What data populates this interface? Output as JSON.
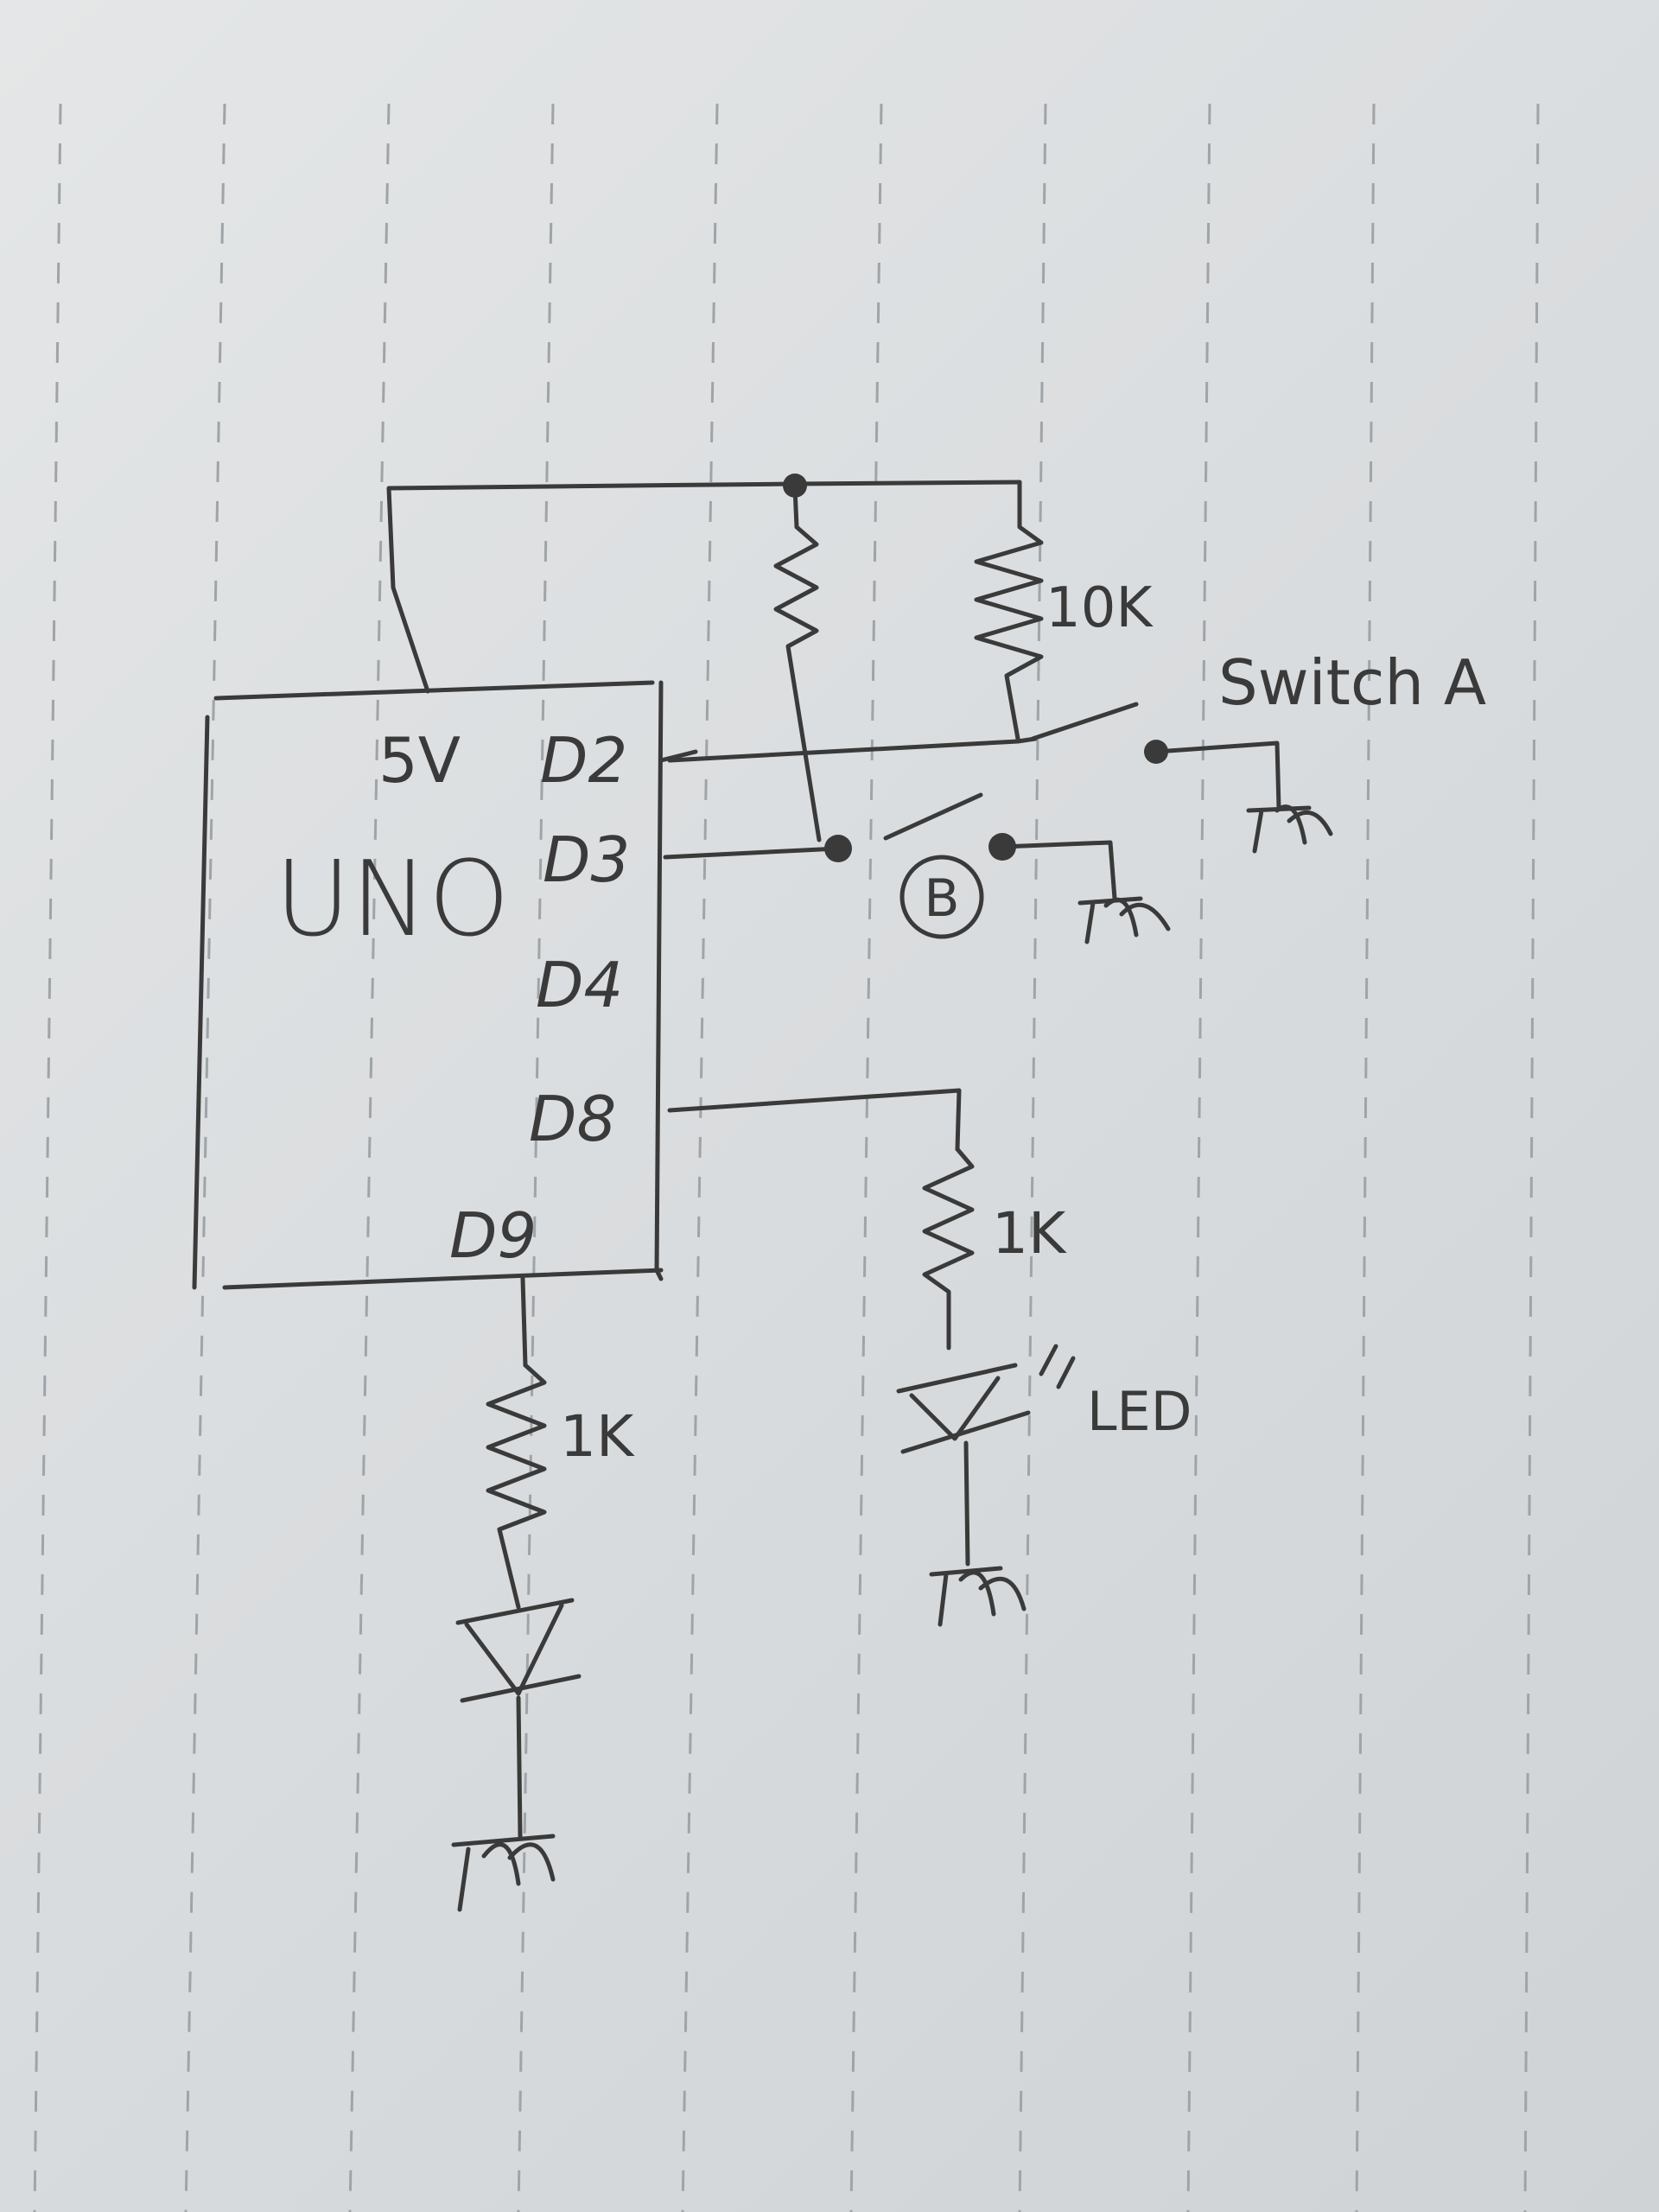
{
  "board": {
    "name": "UNO"
  },
  "pins": {
    "p5v": "5V",
    "d2": "D2",
    "d3": "D3",
    "d4": "D4",
    "d8": "D8",
    "d9": "D9"
  },
  "components": {
    "pullup_label": "10K",
    "switch_a_label": "Switch A",
    "switch_b_label": "B",
    "resistor_d8_label": "1K",
    "resistor_d9_label": "1K",
    "led_label": "LED"
  },
  "colors": {
    "ink": "#3a3a3a",
    "paper": "#dfe2e3",
    "rule": "#9ea4a8"
  }
}
